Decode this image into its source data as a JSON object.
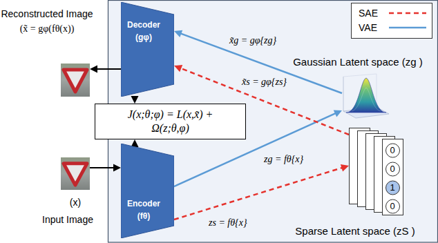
{
  "diagram": {
    "nodes": [
      {
        "text": [
          "Reconstructed Image",
          "(x̃ = gφ(fθ(x))"
        ]
      },
      {
        "text": [
          "Decoder",
          "(gφ)"
        ]
      },
      {
        "text": [
          "J(x;θ;φ) = L(x,x̃) + Ω(z;θ,φ)"
        ]
      },
      {
        "text": [
          "(x)",
          "Input Image"
        ]
      },
      {
        "text": [
          "Encoder",
          "(fθ)"
        ]
      },
      {
        "text": [
          "Gaussian Latent space (zg )"
        ]
      },
      {
        "text": [
          "Sparse Latent space (zS )"
        ]
      }
    ],
    "edges": [
      {
        "from": 3,
        "to": 4,
        "arrow": "to"
      },
      {
        "from": 1,
        "to": 0,
        "arrow": "to"
      },
      {
        "from": 1,
        "to": 2,
        "arrow": "to"
      },
      {
        "from": 4,
        "to": 2,
        "arrow": "to"
      },
      {
        "from": 4,
        "to": 5,
        "label": "zg = fθ{x}",
        "arrow": "to"
      },
      {
        "from": 5,
        "to": 1,
        "label": "x̃g = gφ{zg}",
        "arrow": "to"
      },
      {
        "from": 4,
        "to": 6,
        "label": "zs = fθ{x}",
        "arrow": "to"
      },
      {
        "from": 6,
        "to": 1,
        "label": "x̃s = gφ{zs}",
        "arrow": "to"
      }
    ],
    "labels": [
      "0",
      "0",
      "1",
      "0"
    ],
    "legend": [
      {
        "text": "SAE"
      },
      {
        "text": "VAE"
      }
    ]
  }
}
